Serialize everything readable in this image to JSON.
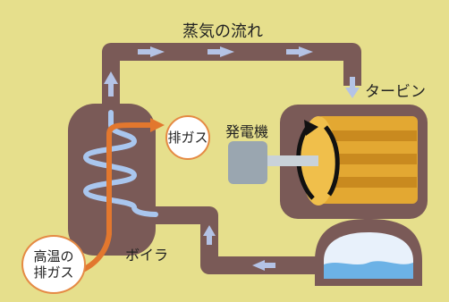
{
  "labels": {
    "steam_flow": "蒸気の流れ",
    "turbine": "タービン",
    "generator": "発電機",
    "boiler": "ボイラ",
    "exhaust_gas": "排ガス",
    "hot_gas_line1": "高温の",
    "hot_gas_line2": "排ガス"
  },
  "colors": {
    "background": "#e6df8c",
    "pipe": "#7a5a57",
    "pipe_arrow": "#b4c3e6",
    "boiler_coil": "#a9c6ee",
    "hot_gas": "#e2772e",
    "turbine_rotor": "#e3a832",
    "generator": "#9aa6b0",
    "water": "#6cb2e6"
  }
}
